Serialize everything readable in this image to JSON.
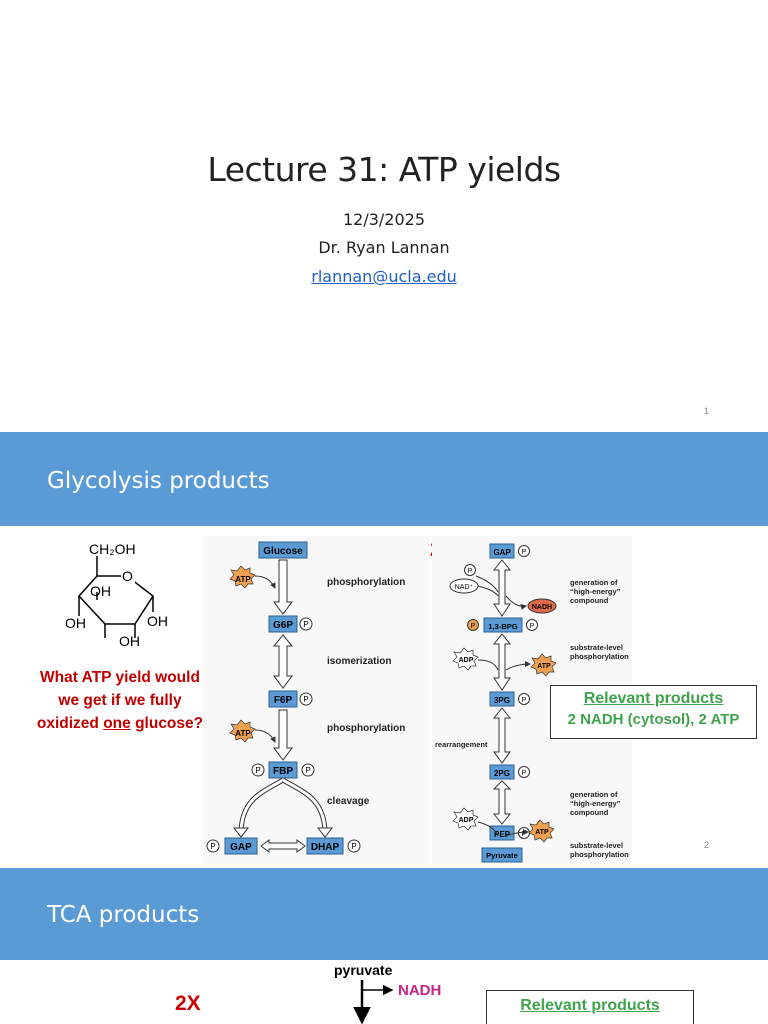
{
  "slide1": {
    "title": "Lecture 31: ATP yields",
    "date": "12/3/2025",
    "author": "Dr. Ryan Lannan",
    "email": "rlannan@ucla.edu",
    "page_number": "1"
  },
  "slide2": {
    "header": "Glycolysis products",
    "glucose_labels": {
      "ch2oh": "CH₂OH",
      "o": "O",
      "oh1": "OH",
      "oh2": "OH",
      "oh3": "OH",
      "oh4": "OH"
    },
    "question_line1": "What ATP yield would",
    "question_line2": "we get if we fully",
    "question_pre": "oxidized ",
    "question_underlined": "one",
    "question_post": " glucose?",
    "multiplier": "2X",
    "stage1": {
      "glucose": "Glucose",
      "g6p": "G6P",
      "f6p": "F6P",
      "fbp": "FBP",
      "gap": "GAP",
      "dhap": "DHAP",
      "atp": "ATP",
      "p": "P",
      "phos1": "phosphorylation",
      "isom": "isomerization",
      "phos2": "phosphorylation",
      "cleavage": "cleavage"
    },
    "stage2": {
      "gap": "GAP",
      "bpg": "1,3-BPG",
      "pg3": "3PG",
      "pg2": "2PG",
      "pep": "PEP",
      "pyruvate": "Pyruvate",
      "nad": "NAD⁺",
      "nadh": "NADH",
      "adp": "ADP",
      "atp": "ATP",
      "p": "P",
      "gen1a": "generation of",
      "gen1b": "“high-energy”",
      "gen1c": "compound",
      "sub1a": "substrate-level",
      "sub1b": "phosphorylation",
      "rearr": "rearrangement",
      "gen2a": "generation of",
      "gen2b": "“high-energy”",
      "gen2c": "compound",
      "sub2a": "substrate-level",
      "sub2b": "phosphorylation"
    },
    "relevant_title": "Relevant products",
    "relevant_body": "2 NADH (cytosol), 2 ATP",
    "page_number": "2"
  },
  "slide3": {
    "header": "TCA products",
    "multiplier": "2X",
    "pyruvate": "pyruvate",
    "nadh": "NADH",
    "relevant_title": "Relevant products"
  },
  "colors": {
    "band": "#5b9bd5",
    "box": "#5b9bd5",
    "atp": "#f0a050",
    "nadh": "#e06a4a",
    "red": "#c00000",
    "green": "#3fa34d"
  }
}
